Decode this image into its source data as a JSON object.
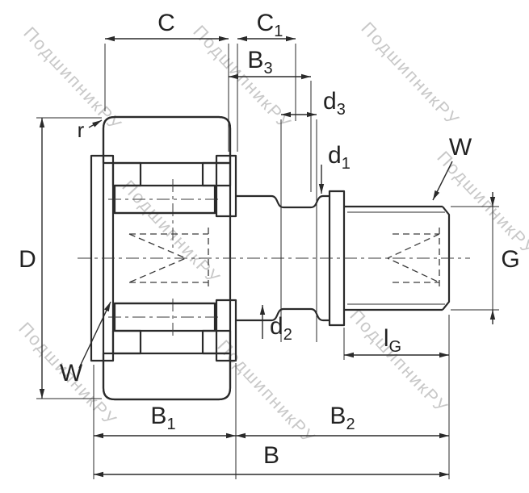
{
  "watermark": {
    "text": "ПодшипникРУ"
  },
  "dims": {
    "c": {
      "base": "C",
      "sub": ""
    },
    "c1": {
      "base": "C",
      "sub": "1"
    },
    "b3": {
      "base": "B",
      "sub": "3"
    },
    "d3": {
      "base": "d",
      "sub": "3"
    },
    "d1": {
      "base": "d",
      "sub": "1"
    },
    "w_top": {
      "base": "W",
      "sub": ""
    },
    "r": {
      "base": "r",
      "sub": ""
    },
    "d": {
      "base": "D",
      "sub": ""
    },
    "g": {
      "base": "G",
      "sub": ""
    },
    "w_bottom": {
      "base": "W",
      "sub": ""
    },
    "d2": {
      "base": "d",
      "sub": "2"
    },
    "lg": {
      "base": "l",
      "sub": "G"
    },
    "b1": {
      "base": "B",
      "sub": "1"
    },
    "b2": {
      "base": "B",
      "sub": "2"
    },
    "b": {
      "base": "B",
      "sub": ""
    }
  }
}
